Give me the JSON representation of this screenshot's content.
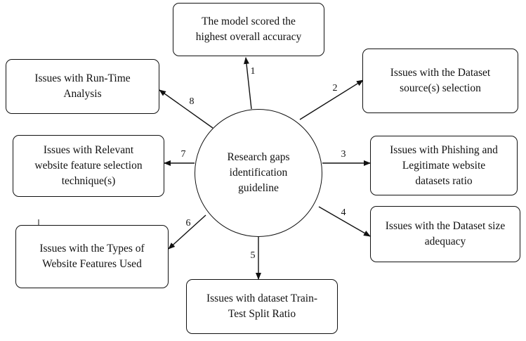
{
  "center": {
    "label": "Research gaps\nidentification\nguideline"
  },
  "nodes": [
    {
      "id": "1",
      "label": "The model scored the\nhighest overall accuracy"
    },
    {
      "id": "2",
      "label": "Issues with the Dataset\nsource(s) selection"
    },
    {
      "id": "3",
      "label": "Issues with Phishing and\nLegitimate website\ndatasets ratio"
    },
    {
      "id": "4",
      "label": "Issues with the Dataset size\nadequacy"
    },
    {
      "id": "5",
      "label": "Issues with dataset Train-\nTest Split Ratio"
    },
    {
      "id": "6",
      "label": "Issues with the Types of\nWebsite Features Used"
    },
    {
      "id": "7",
      "label": "Issues with Relevant\nwebsite feature selection\ntechnique(s)"
    },
    {
      "id": "8",
      "label": "Issues with Run-Time\nAnalysis"
    }
  ]
}
